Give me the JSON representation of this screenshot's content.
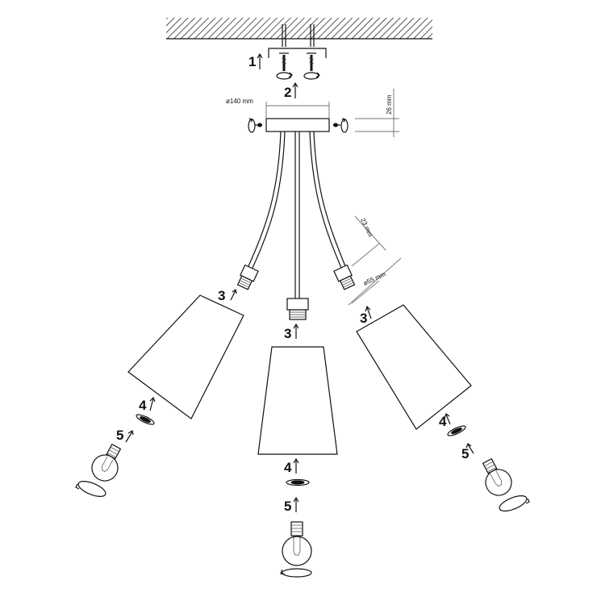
{
  "steps": {
    "s1": "1",
    "s2": "2",
    "s3_left": "3",
    "s3_center": "3",
    "s3_right": "3",
    "s4_left": "4",
    "s4_center": "4",
    "s4_right": "4",
    "s5_left": "5",
    "s5_center": "5",
    "s5_right": "5"
  },
  "dimensions": {
    "canopy_diameter": "ø140 mm",
    "canopy_height": "26 mm",
    "socket_height": "23 mm",
    "socket_diameter": "ø55 mm"
  },
  "icons": [
    "screw-icon",
    "rotate-arrow-icon",
    "up-arrow-icon",
    "bulb-icon",
    "ring-icon"
  ]
}
